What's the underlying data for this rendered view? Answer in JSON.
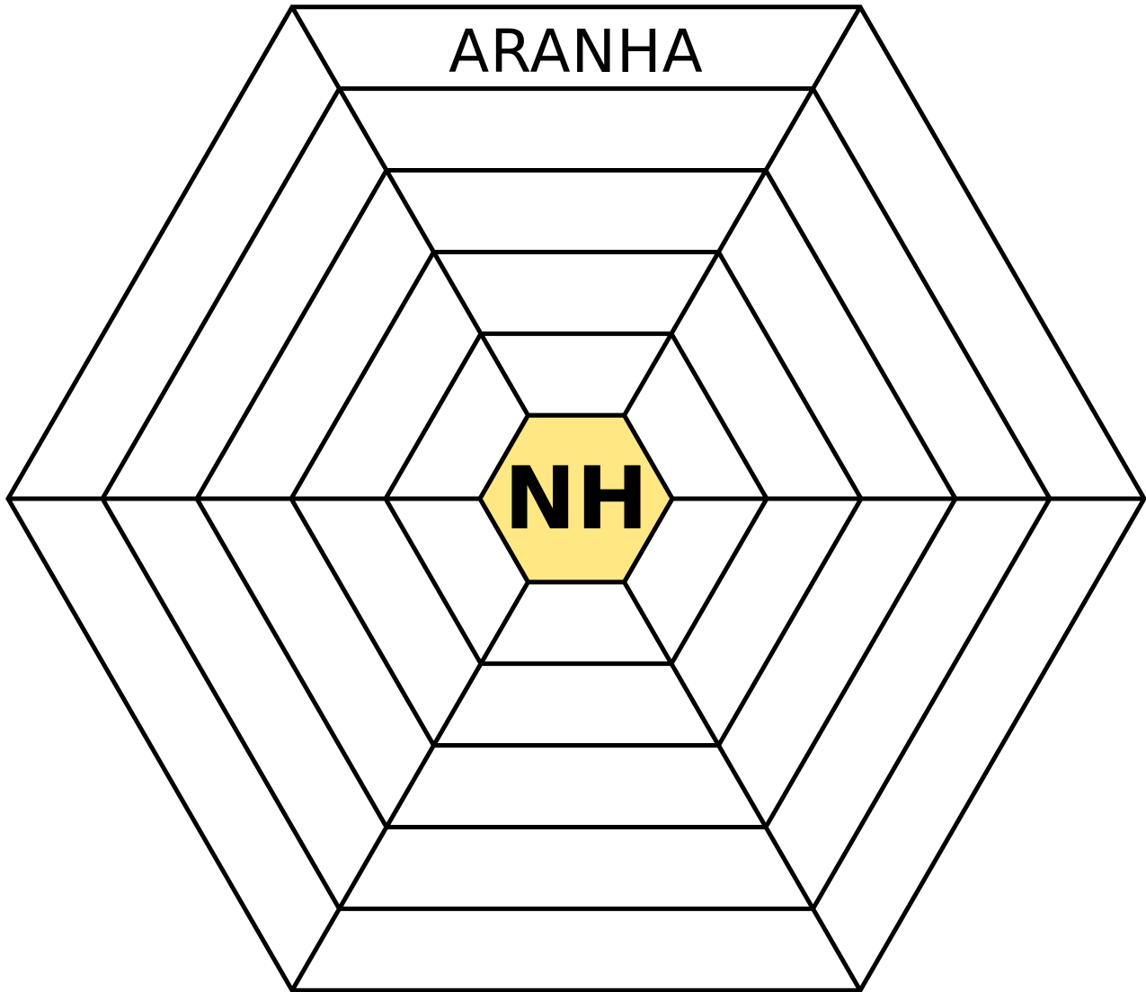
{
  "diagram": {
    "type": "hexagonal-spider-web",
    "ring_count": 6,
    "spoke_count": 6,
    "top_word": "ARANHA",
    "center_word": "NH",
    "colors": {
      "line": "#000000",
      "center_fill": "#FFE783",
      "background": "#FFFFFF"
    }
  }
}
